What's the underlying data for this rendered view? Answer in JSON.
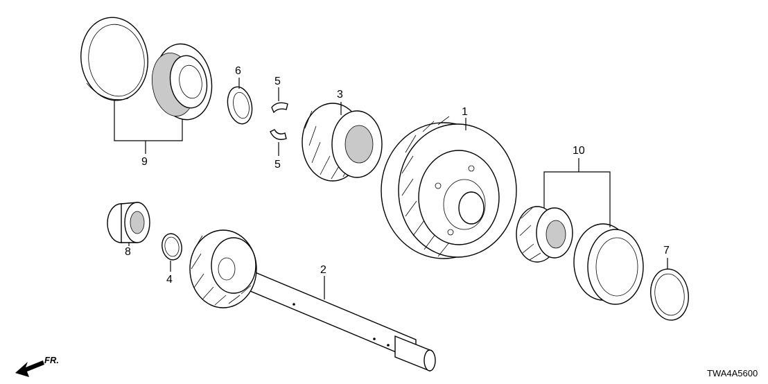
{
  "callouts": {
    "c1": "1",
    "c2": "2",
    "c3": "3",
    "c4": "4",
    "c5a": "5",
    "c5b": "5",
    "c6": "6",
    "c7": "7",
    "c8": "8",
    "c9": "9",
    "c10": "10"
  },
  "diagram_code": "TWA4A5600",
  "direction": {
    "label": "FR.",
    "icon": "front-arrow-icon"
  },
  "colors": {
    "ink": "#000000",
    "shade": "#c9c9c9",
    "background": "#ffffff"
  }
}
